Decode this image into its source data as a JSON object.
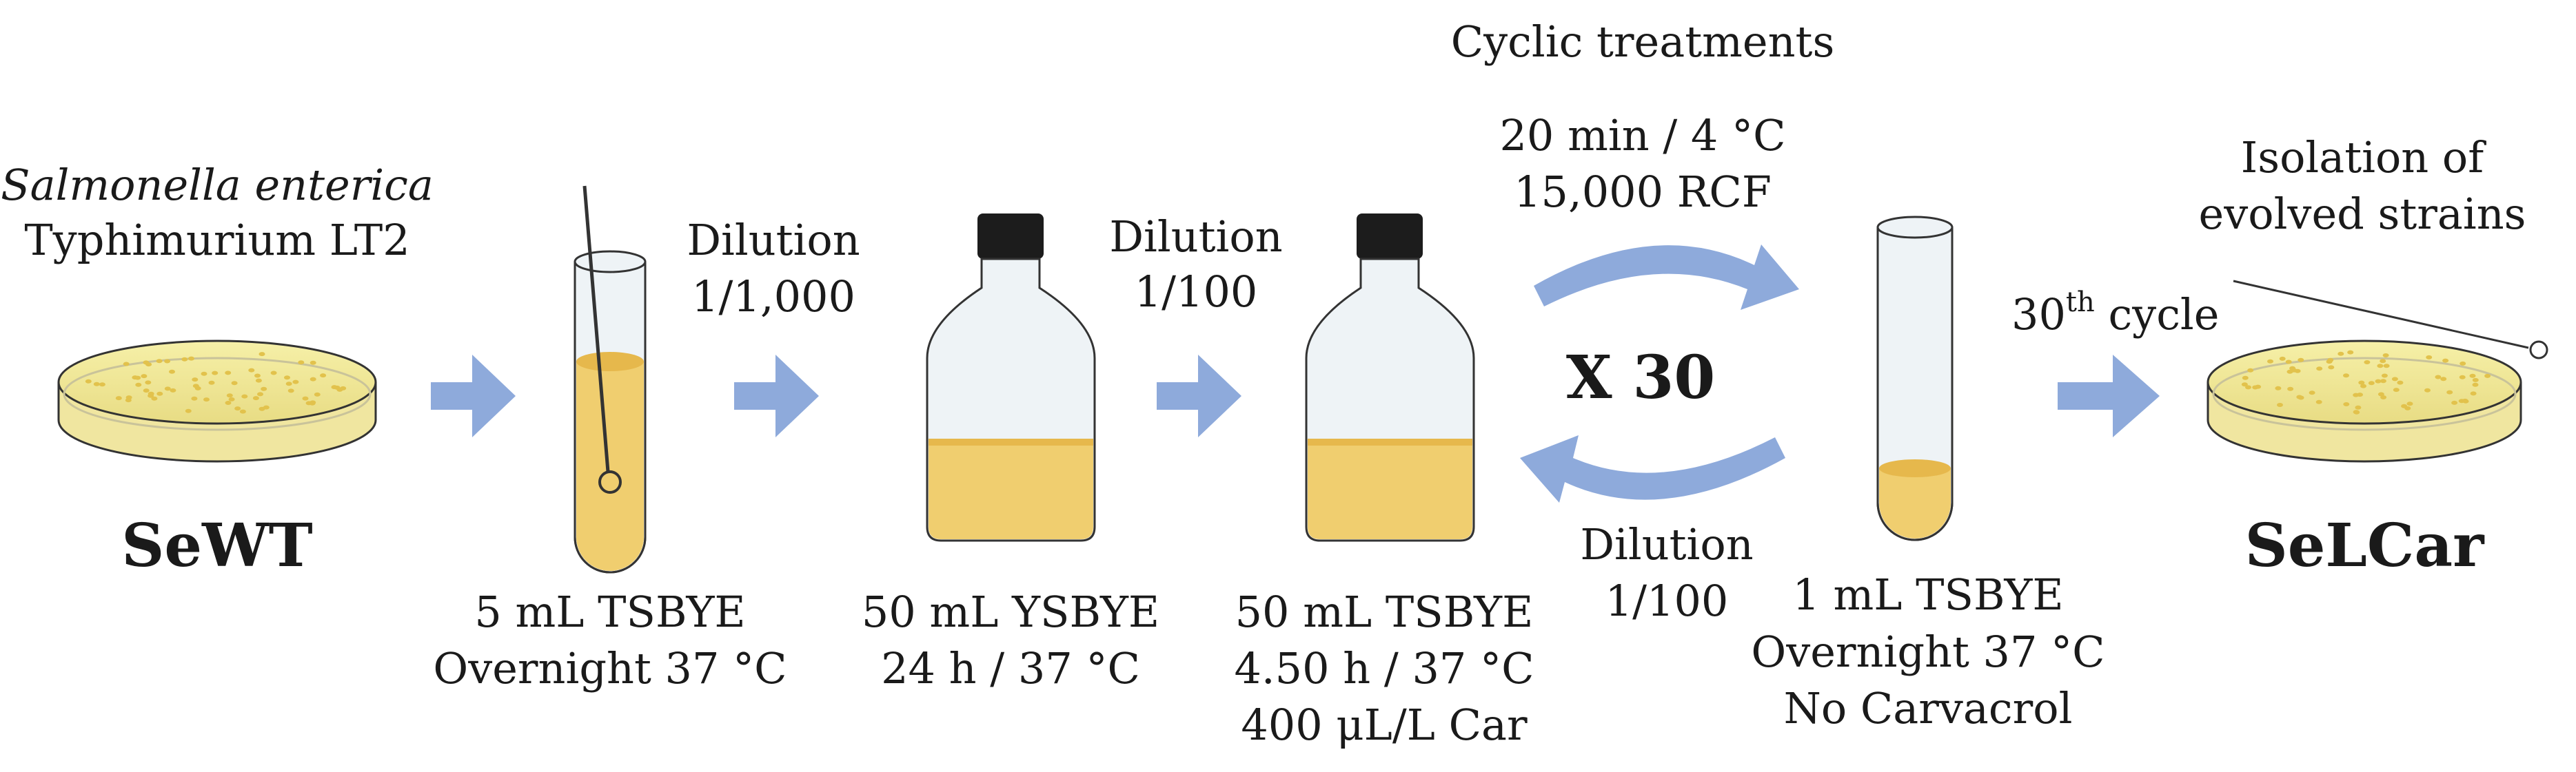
{
  "colors": {
    "arrow": "#8eaadb",
    "medium": "#f0ce6f",
    "medium_dark": "#e6b84c",
    "glass": "#eef3f6",
    "outline": "#333333",
    "cap": "#1c1c1c",
    "agar": "#f2ea9a",
    "colony": "#e2c24c",
    "plate_edge": "#dfe3c4"
  },
  "start": {
    "species_line1": "Salmonella enterica",
    "species_line2": "Typhimurium LT2",
    "code": "SeWT"
  },
  "step1": {
    "line1": "5 mL TSBYE",
    "line2": "Overnight 37 °C"
  },
  "dilution1": {
    "line1": "Dilution",
    "line2": "1/1,000"
  },
  "step2": {
    "line1": "50 mL YSBYE",
    "line2": "24 h / 37 °C"
  },
  "dilution2": {
    "line1": "Dilution",
    "line2": "1/100"
  },
  "step3": {
    "line1": "50 mL TSBYE",
    "line2": "4.50 h / 37 °C",
    "line3": "400 μL/L Car"
  },
  "cycle": {
    "title": "Cyclic treatments",
    "centrifuge_line1": "20 min / 4 °C",
    "centrifuge_line2": "15,000 RCF",
    "repeat": "X 30",
    "dilution_line1": "Dilution",
    "dilution_line2": "1/100"
  },
  "step4": {
    "line1": "1 mL TSBYE",
    "line2": "Overnight 37 °C",
    "line3": "No Carvacrol"
  },
  "final": {
    "cycle_num": "30",
    "cycle_sup": "th",
    "cycle_word": " cycle",
    "isolation_line1": "Isolation of",
    "isolation_line2": "evolved strains",
    "code": "SeLCar"
  },
  "icons": [
    "petri-dish-icon",
    "test-tube-icon",
    "culture-bottle-icon",
    "inoculation-loop-icon",
    "arrow-right-icon",
    "curved-arrow-icon"
  ]
}
